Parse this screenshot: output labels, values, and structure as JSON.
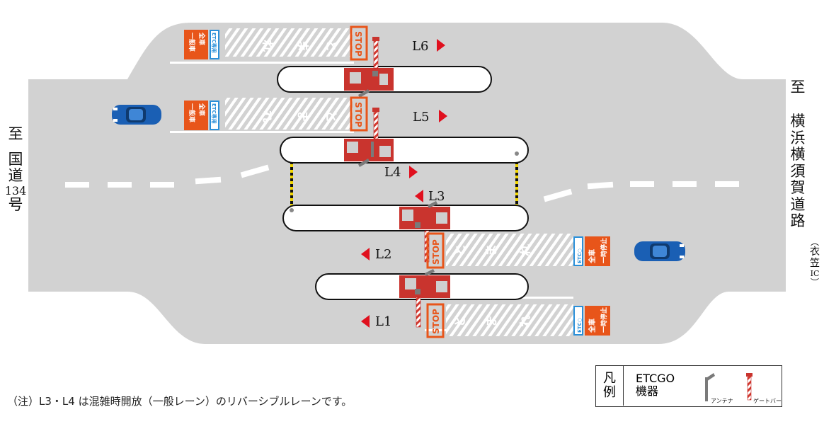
{
  "lanes": [
    {
      "id": "L6",
      "label": "L6",
      "dir": "right"
    },
    {
      "id": "L5",
      "label": "L5",
      "dir": "right"
    },
    {
      "id": "L4",
      "label": "L4",
      "dir": "right"
    },
    {
      "id": "L3",
      "label": "L3",
      "dir": "left"
    },
    {
      "id": "L2",
      "label": "L2",
      "dir": "left"
    },
    {
      "id": "L1",
      "label": "L1",
      "dir": "left"
    }
  ],
  "road_marks": {
    "stop": "STOP",
    "chars": [
      "と",
      "ま",
      "れ"
    ]
  },
  "signs": {
    "upper": {
      "main": "一般車",
      "sub": "全車",
      "etc": "ETC専用"
    },
    "lower": {
      "main": "一時停止",
      "sub": "全車",
      "etc": "ETC○"
    }
  },
  "destinations": {
    "left": {
      "prefix": "至",
      "name": [
        "国",
        "道"
      ],
      "number": "134",
      "suffix": "号"
    },
    "right": {
      "prefix": "至",
      "name": [
        "横",
        "浜",
        "横",
        "須",
        "賀",
        "道",
        "路"
      ],
      "sub": [
        "衣",
        "笠",
        "IC"
      ]
    }
  },
  "note": "（注）L3・L4 は混雑時開放（一般レーン）のリバーシブルレーンです。",
  "legend": {
    "title": [
      "凡",
      "例"
    ],
    "text": [
      "ETCGO",
      "機器"
    ],
    "antenna": "アンテナ",
    "gate": "ゲートバー"
  },
  "colors": {
    "road": "#d2d2d2",
    "booth": "#c9342e",
    "sign": "#e8551a",
    "etc_sign": "#2a8fd8",
    "arrow": "#e0101e",
    "car": "#1a5fb4"
  }
}
